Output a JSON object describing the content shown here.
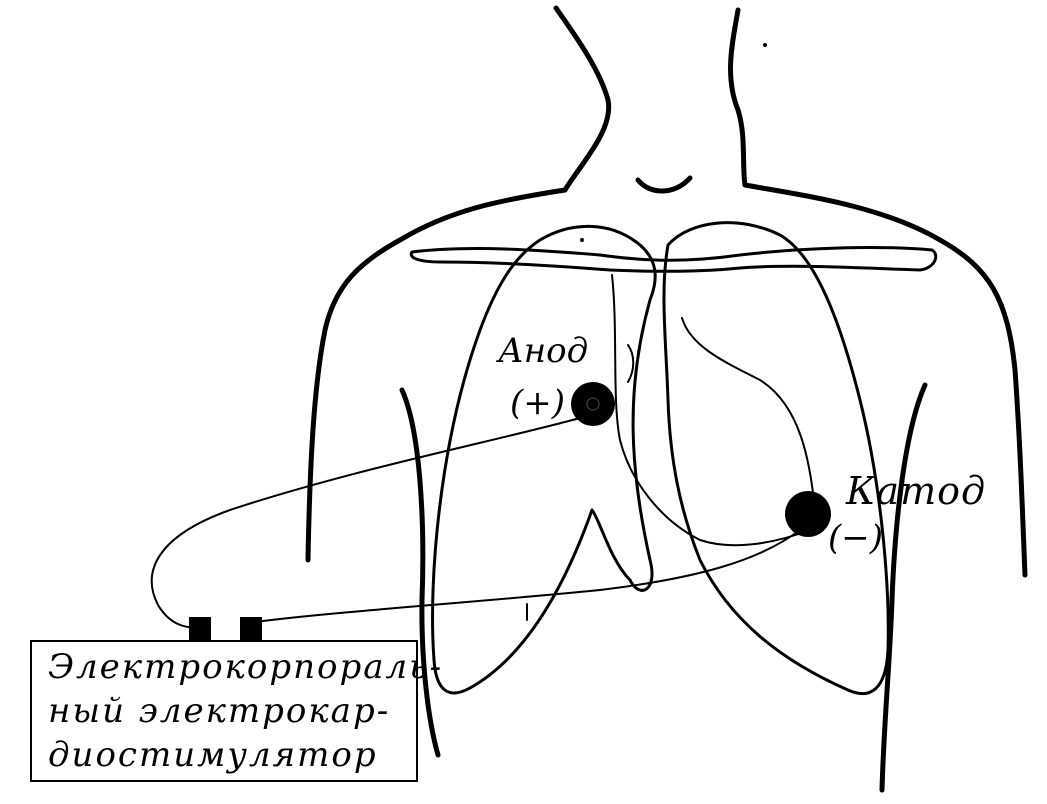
{
  "anode": {
    "label": "Анод",
    "sign": "(+)"
  },
  "cathode": {
    "label": "Катод",
    "sign": "(−)"
  },
  "device": {
    "lines": [
      "Электрокорпораль-",
      "ный электрокар-",
      "диостимулятор"
    ]
  },
  "colors": {
    "ink": "#000000",
    "background": "#ffffff"
  }
}
